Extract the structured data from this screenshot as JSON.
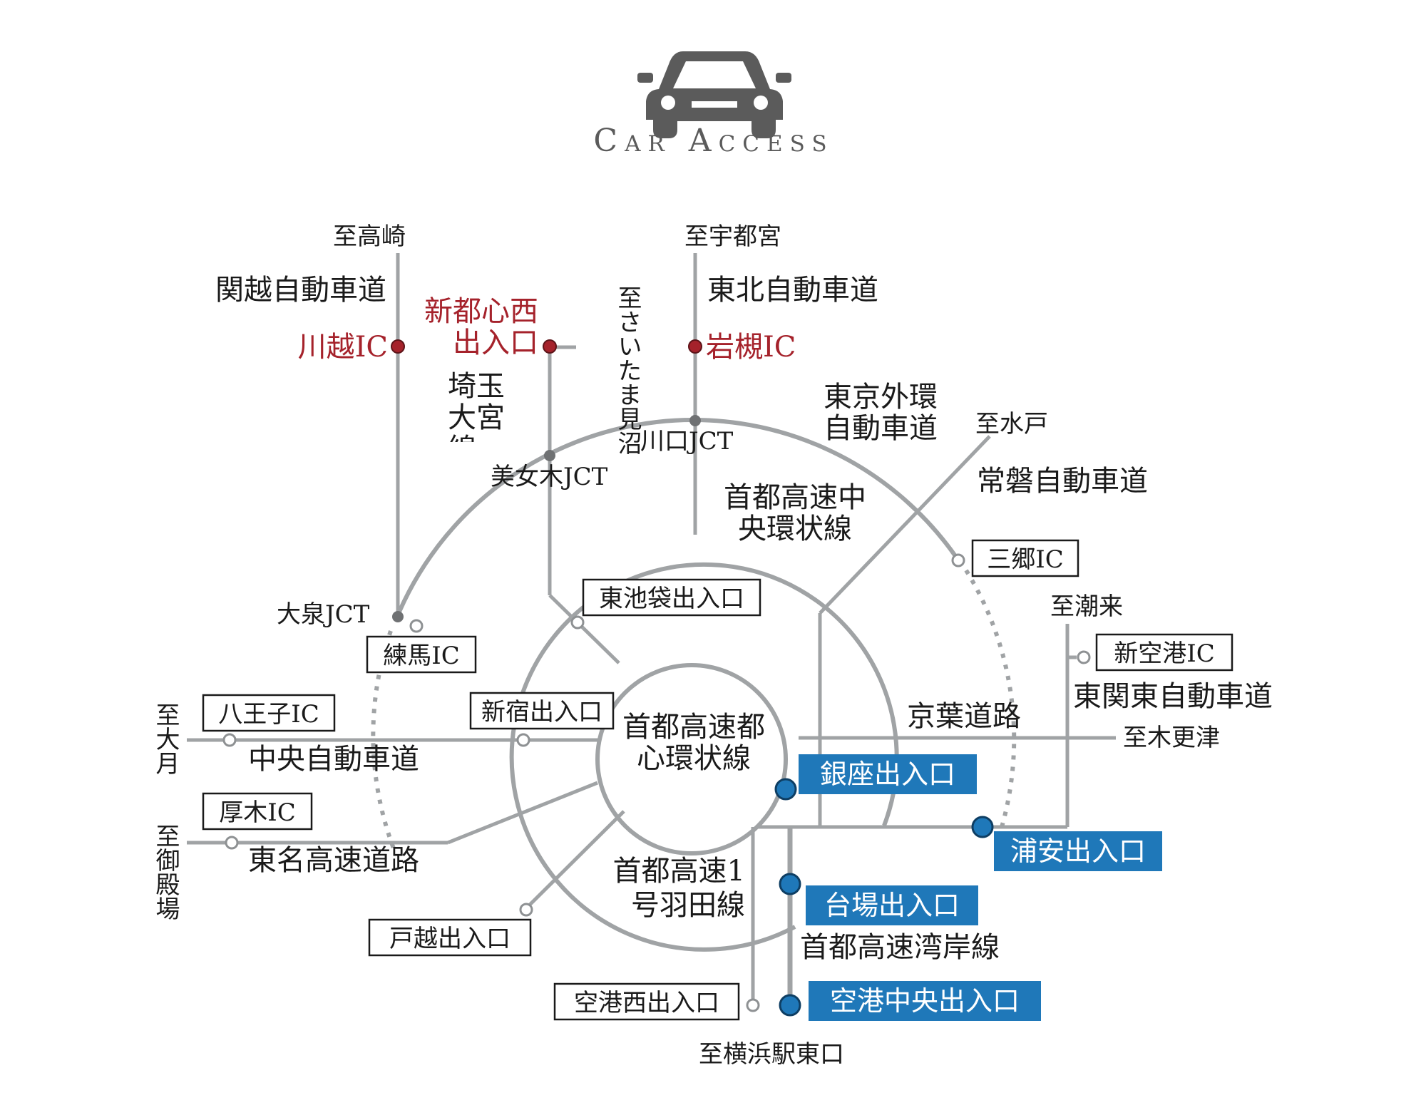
{
  "header": {
    "title": "Car Access",
    "icon": "car-icon"
  },
  "colors": {
    "road": "#a0a3a5",
    "hub_dot": "#6f7173",
    "ic_red": "#a5222b",
    "ramp_blue": "#1f78b9"
  },
  "destinations": {
    "takasaki": "至高崎",
    "utsunomiya": "至宇都宮",
    "saitama_minuma": "至さいたま見沼",
    "mito": "至水戸",
    "itako": "至潮来",
    "kisarazu": "至木更津",
    "otsuki": "至大月",
    "gotemba": "至御殿場",
    "yokohama_east": "至横浜駅東口"
  },
  "roads": {
    "kanetsu": "関越自動車道",
    "tohoku": "東北自動車道",
    "saitama_omiya": "埼玉大宮線",
    "gaikan": "東京外環自動車道",
    "joban": "常磐自動車道",
    "central_ring": "首都高速中央環状線",
    "inner_ring": "首都高速都心環状線",
    "higashi_kanto": "東関東自動車道",
    "keiyo": "京葉道路",
    "chuo": "中央自動車道",
    "tomei": "東名高速道路",
    "haneda1": "首都高速1号羽田線",
    "bayshore": "首都高速湾岸線"
  },
  "red_ics": {
    "kawagoe": "川越IC",
    "shintoshin_nishi": "新都心西出入口",
    "iwatsuki": "岩槻IC"
  },
  "junctions": {
    "kawaguchi": "川口JCT",
    "bijogi": "美女木JCT",
    "oizumi": "大泉JCT"
  },
  "boxed_ics": {
    "misato": "三郷IC",
    "higashi_ikebukuro": "東池袋出入口",
    "nerima": "練馬IC",
    "shinkuko": "新空港IC",
    "hachioji": "八王子IC",
    "shinjuku": "新宿出入口",
    "atsugi": "厚木IC",
    "togoshi": "戸越出入口",
    "kuko_nishi": "空港西出入口"
  },
  "blue_ramps": {
    "ginza": "銀座出入口",
    "urayasu": "浦安出入口",
    "daiba": "台場出入口",
    "kuko_chuo": "空港中央出入口"
  }
}
